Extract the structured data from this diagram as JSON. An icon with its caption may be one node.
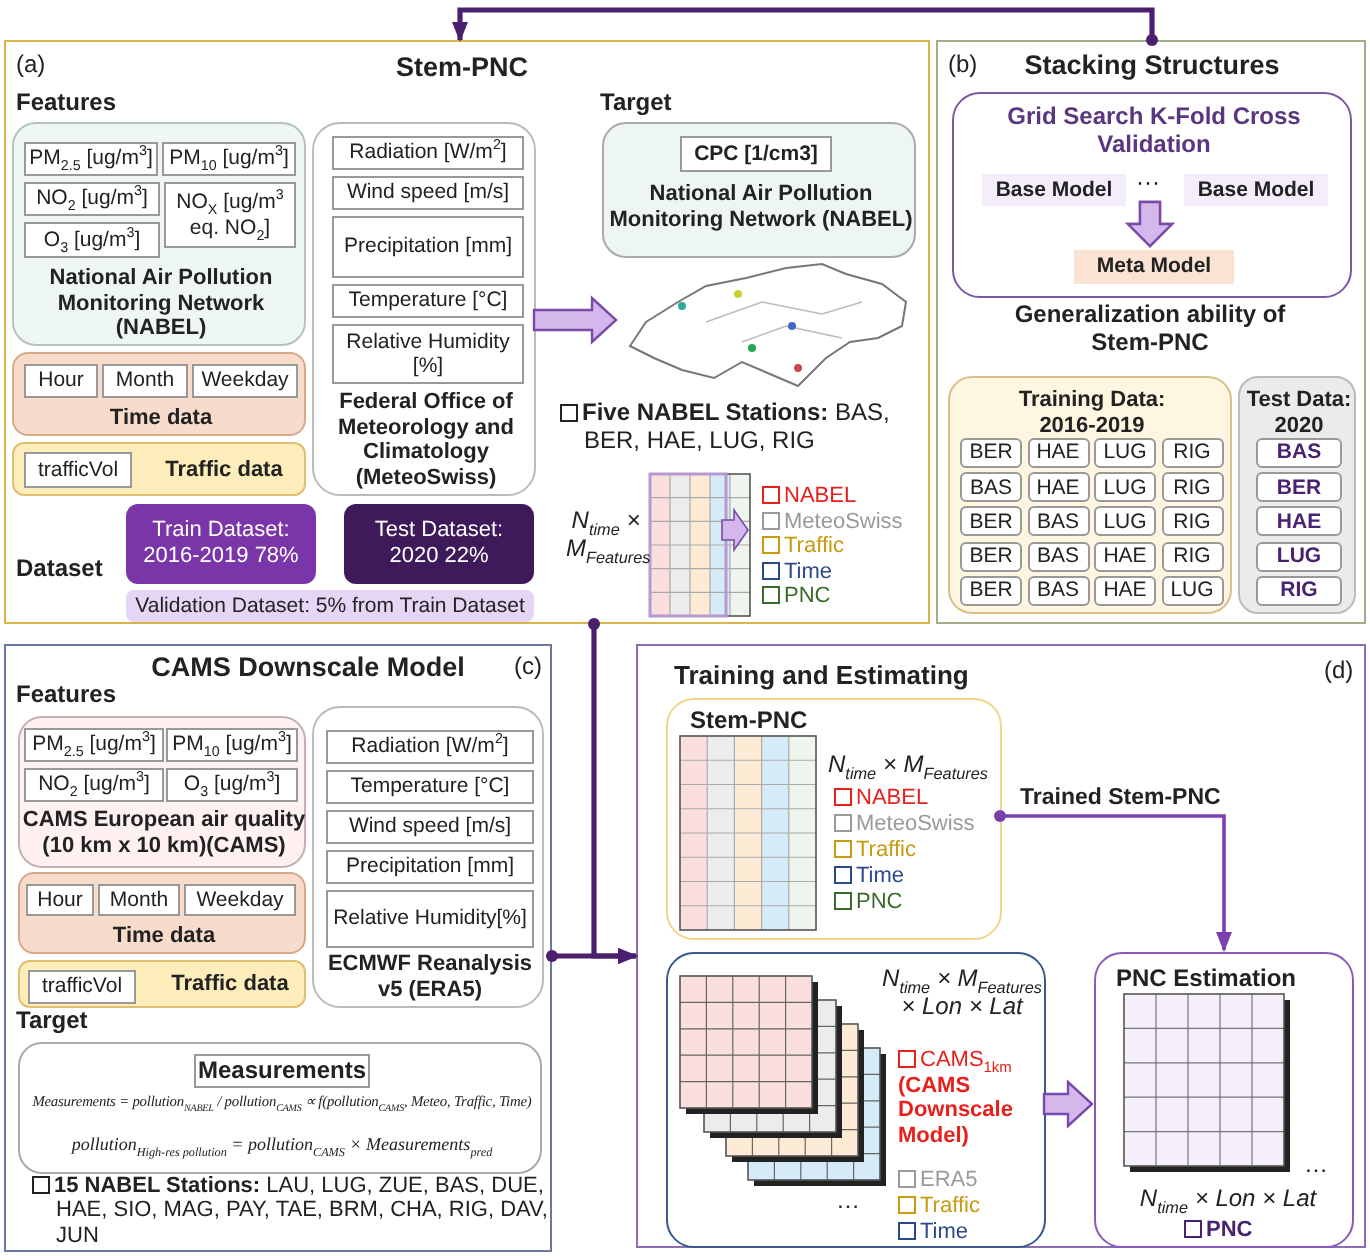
{
  "diagram": {
    "nodes": [
      {
        "text": [
          "Stem-PNC"
        ]
      },
      {
        "text": [
          "National Air Pollution Monitoring Network (NABEL)"
        ],
        "in": 0
      },
      {
        "text": [
          "PM$_{2.5}$ [ug/m$^{3}$]"
        ],
        "in": 1
      },
      {
        "text": [
          "PM$_{10}$ [ug/m$^{3}$]"
        ],
        "in": 1
      },
      {
        "text": [
          "NO$_{2}$ [ug/m$^{3}$]"
        ],
        "in": 1
      },
      {
        "text": [
          "NO$_{X}$ [ug/m$^{3}$ eq. NO$_{2}$]"
        ],
        "in": 1
      },
      {
        "text": [
          "O$_{3}$ [ug/m$^{3}$]"
        ],
        "in": 1
      },
      {
        "text": [
          "Federal Office of Meteorology and Climatology (MeteoSwiss)"
        ],
        "in": 0
      },
      {
        "text": [
          "Radiation [W/m$^{2}$]"
        ],
        "in": 7
      },
      {
        "text": [
          "Wind speed [m/s]"
        ],
        "in": 7
      },
      {
        "text": [
          "Precipitation [mm]"
        ],
        "in": 7
      },
      {
        "text": [
          "Temperature [°C]"
        ],
        "in": 7
      },
      {
        "text": [
          "Relative Humidity [%]"
        ],
        "in": 7
      },
      {
        "text": [
          "Time data"
        ],
        "in": 0
      },
      {
        "text": [
          "Hour"
        ],
        "in": 13
      },
      {
        "text": [
          "Month"
        ],
        "in": 13
      },
      {
        "text": [
          "Weekday"
        ],
        "in": 13
      },
      {
        "text": [
          "Traffic data"
        ],
        "in": 0
      },
      {
        "text": [
          "trafficVol"
        ],
        "in": 17
      },
      {
        "text": [
          "Train Dataset: 2016-2019 78%"
        ],
        "in": 0
      },
      {
        "text": [
          "Test Dataset: 2020 22%"
        ],
        "in": 0
      },
      {
        "text": [
          "Validation Dataset: 5% from Train Dataset"
        ],
        "in": 0
      },
      {
        "text": [
          "National Air Pollution Monitoring Network (NABEL)"
        ],
        "in": 0
      },
      {
        "text": [
          "CPC [1/cm3]"
        ],
        "in": 22
      },
      {
        "text": [],
        "shape": "picture",
        "in": 0
      },
      {
        "text": [
          "Stacking Structures"
        ]
      },
      {
        "text": [
          "Grid Search K-Fold Cross Validation"
        ],
        "in": 25
      },
      {
        "text": [
          "Base Model"
        ],
        "in": 26
      },
      {
        "text": [
          "Base Model"
        ],
        "in": 26
      },
      {
        "text": [
          "Meta Model"
        ],
        "in": 26
      },
      {
        "text": [
          "Training Data: 2016-2019"
        ],
        "in": 25
      },
      {
        "text": [
          "BER"
        ],
        "in": 30
      },
      {
        "text": [
          "HAE"
        ],
        "in": 30
      },
      {
        "text": [
          "LUG"
        ],
        "in": 30
      },
      {
        "text": [
          "RIG"
        ],
        "in": 30
      },
      {
        "text": [
          "BAS"
        ],
        "in": 30
      },
      {
        "text": [
          "HAE"
        ],
        "in": 30
      },
      {
        "text": [
          "LUG"
        ],
        "in": 30
      },
      {
        "text": [
          "RIG"
        ],
        "in": 30
      },
      {
        "text": [
          "BER"
        ],
        "in": 30
      },
      {
        "text": [
          "BAS"
        ],
        "in": 30
      },
      {
        "text": [
          "LUG"
        ],
        "in": 30
      },
      {
        "text": [
          "RIG"
        ],
        "in": 30
      },
      {
        "text": [
          "BER"
        ],
        "in": 30
      },
      {
        "text": [
          "BAS"
        ],
        "in": 30
      },
      {
        "text": [
          "HAE"
        ],
        "in": 30
      },
      {
        "text": [
          "RIG"
        ],
        "in": 30
      },
      {
        "text": [
          "BER"
        ],
        "in": 30
      },
      {
        "text": [
          "BAS"
        ],
        "in": 30
      },
      {
        "text": [
          "HAE"
        ],
        "in": 30
      },
      {
        "text": [
          "LUG"
        ],
        "in": 30
      },
      {
        "text": [
          "Test Data: 2020"
        ],
        "in": 25
      },
      {
        "text": [
          "BAS"
        ],
        "in": 51
      },
      {
        "text": [
          "BER"
        ],
        "in": 51
      },
      {
        "text": [
          "HAE"
        ],
        "in": 51
      },
      {
        "text": [
          "LUG"
        ],
        "in": 51
      },
      {
        "text": [
          "RIG"
        ],
        "in": 51
      },
      {
        "text": [
          "CAMS Downscale Model"
        ]
      },
      {
        "text": [
          "CAMS European air quality (10 km x 10 km)(CAMS)"
        ],
        "in": 57
      },
      {
        "text": [
          "PM$_{2.5}$ [ug/m$^{3}$]"
        ],
        "in": 58
      },
      {
        "text": [
          "PM$_{10}$ [ug/m$^{3}$]"
        ],
        "in": 58
      },
      {
        "text": [
          "NO$_{2}$ [ug/m$^{3}$]"
        ],
        "in": 58
      },
      {
        "text": [
          "O$_{3}$ [ug/m$^{3}$]"
        ],
        "in": 58
      },
      {
        "text": [
          "ECMWF Reanalysis v5 (ERA5)"
        ],
        "in": 57
      },
      {
        "text": [
          "Radiation [W/m$^{2}$]"
        ],
        "in": 63
      },
      {
        "text": [
          "Temperature [°C]"
        ],
        "in": 63
      },
      {
        "text": [
          "Wind speed [m/s]"
        ],
        "in": 63
      },
      {
        "text": [
          "Precipitation [mm]"
        ],
        "in": 63
      },
      {
        "text": [
          "Relative Humidity[%]"
        ],
        "in": 63
      },
      {
        "text": [
          "Time data"
        ],
        "in": 57
      },
      {
        "text": [
          "Hour"
        ],
        "in": 69
      },
      {
        "text": [
          "Month"
        ],
        "in": 69
      },
      {
        "text": [
          "Weekday"
        ],
        "in": 69
      },
      {
        "text": [
          "Traffic data"
        ],
        "in": 57
      },
      {
        "text": [
          "trafficVol"
        ],
        "in": 73
      },
      {
        "text": [
          "Measurements = pollution$_{NABEL}$ / pollution$_{CAMS}$ ∝ f(pollution$_{CAMS}$, Meteo, Traffic, Time)",
          "pollution$_{High-res pollution}$ = pollution$_{CAMS}$ × Measurements$_{pred}$"
        ],
        "in": 57
      },
      {
        "text": [
          "Measurements"
        ],
        "in": 75
      },
      {
        "text": [
          "Training and Estimating"
        ]
      },
      {
        "text": [
          "Stem-PNC",
          "N$_{time}$ × M$_{Features}$",
          "NABEL",
          "MeteoSwiss",
          "Traffic",
          "Time",
          "PNC"
        ],
        "in": 77
      },
      {
        "text": [
          "N$_{time}$ × M$_{Features}$ × Lon × Lat",
          "CAMS$_{1km}$ **(CAMS Downscale Model)**",
          "ERA5",
          "Traffic",
          "Time",
          "…"
        ],
        "in": 77
      },
      {
        "text": [
          "PNC Estimation",
          "…",
          "N$_{time}$ × Lon × Lat",
          "PNC"
        ],
        "in": 77
      }
    ],
    "edges": [
      {
        "from": 7,
        "to": 24,
        "arrow": "to",
        "style": "thick"
      },
      {
        "from": 27,
        "to": 29,
        "arrow": "to",
        "style": "thick"
      },
      {
        "from": 28,
        "to": 29,
        "arrow": "to",
        "style": "thick"
      },
      {
        "from": 25,
        "to": 0,
        "arrow": "to"
      },
      {
        "from": 0,
        "to": 77,
        "arrow": "to"
      },
      {
        "from": 57,
        "to": 77,
        "arrow": "to"
      },
      {
        "from": 78,
        "to": 80,
        "arrow": "to",
        "label": "Trained Stem-PNC",
        "color": "#7b3fb0"
      },
      {
        "from": 79,
        "to": 80,
        "arrow": "to",
        "style": "thick"
      }
    ],
    "labels": [
      "(a)",
      "Features",
      "Target",
      "Dataset",
      "**Five NABEL Stations:** BAS, BER, HAE, LUG, RIG",
      "N$_{time}$ × M$_{Features}$",
      "NABEL",
      "MeteoSwiss",
      "Traffic",
      "Time",
      "PNC",
      "(b)",
      "···",
      "Generalization ability of Stem-PNC",
      "Features",
      "Target",
      "**15 NABEL Stations:** LAU, LUG, ZUE, BAS, DUE, HAE, SIO, MAG, PAY, TAE, BRM, CHA, RIG, DAV, JUN",
      "(c)",
      "(d)"
    ]
  }
}
